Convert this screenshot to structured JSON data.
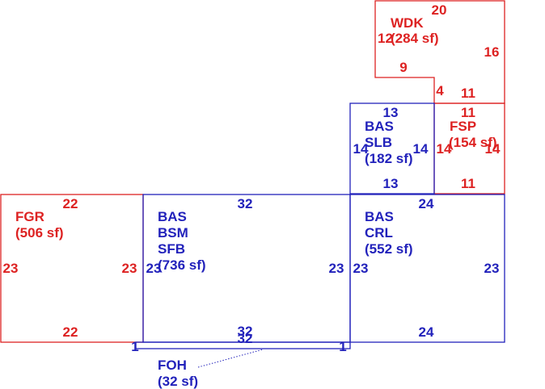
{
  "colors": {
    "red": "#dd2222",
    "blue": "#2222bb",
    "background": "#ffffff"
  },
  "areas": {
    "wdk": {
      "code": "WDK",
      "area": "(284 sf)"
    },
    "fsp": {
      "code": "FSP",
      "area": "(154 sf)"
    },
    "bas_slb": {
      "code1": "BAS",
      "code2": "SLB",
      "area": "(182 sf)"
    },
    "fgr": {
      "code": "FGR",
      "area": "(506 sf)"
    },
    "bas_bsm_sfb": {
      "code1": "BAS",
      "code2": "BSM",
      "code3": "SFB",
      "area": "(736 sf)"
    },
    "bas_crl": {
      "code1": "BAS",
      "code2": "CRL",
      "area": "(552 sf)"
    },
    "foh": {
      "code": "FOH",
      "area": "(32 sf)"
    }
  },
  "dimensions": {
    "wdk_top": "20",
    "wdk_left": "12",
    "wdk_right": "16",
    "wdk_inner_bottom": "9",
    "wdk_inner_side": "4",
    "wdk_bottom": "11",
    "slb_top": "13",
    "slb_bottom": "13",
    "slb_left": "14",
    "slb_right": "14",
    "fsp_top": "11",
    "fsp_bottom": "11",
    "fsp_left": "14",
    "fsp_right": "14",
    "fgr_top": "22",
    "fgr_bottom": "22",
    "fgr_left": "23",
    "fgr_right": "23",
    "bsm_top": "32",
    "bsm_bottom": "32",
    "bsm_left": "23",
    "bsm_right": "23",
    "crl_top": "24",
    "crl_bottom": "24",
    "crl_left": "23",
    "crl_right": "23",
    "foh_top": "32",
    "foh_left": "1",
    "foh_right": "1"
  }
}
